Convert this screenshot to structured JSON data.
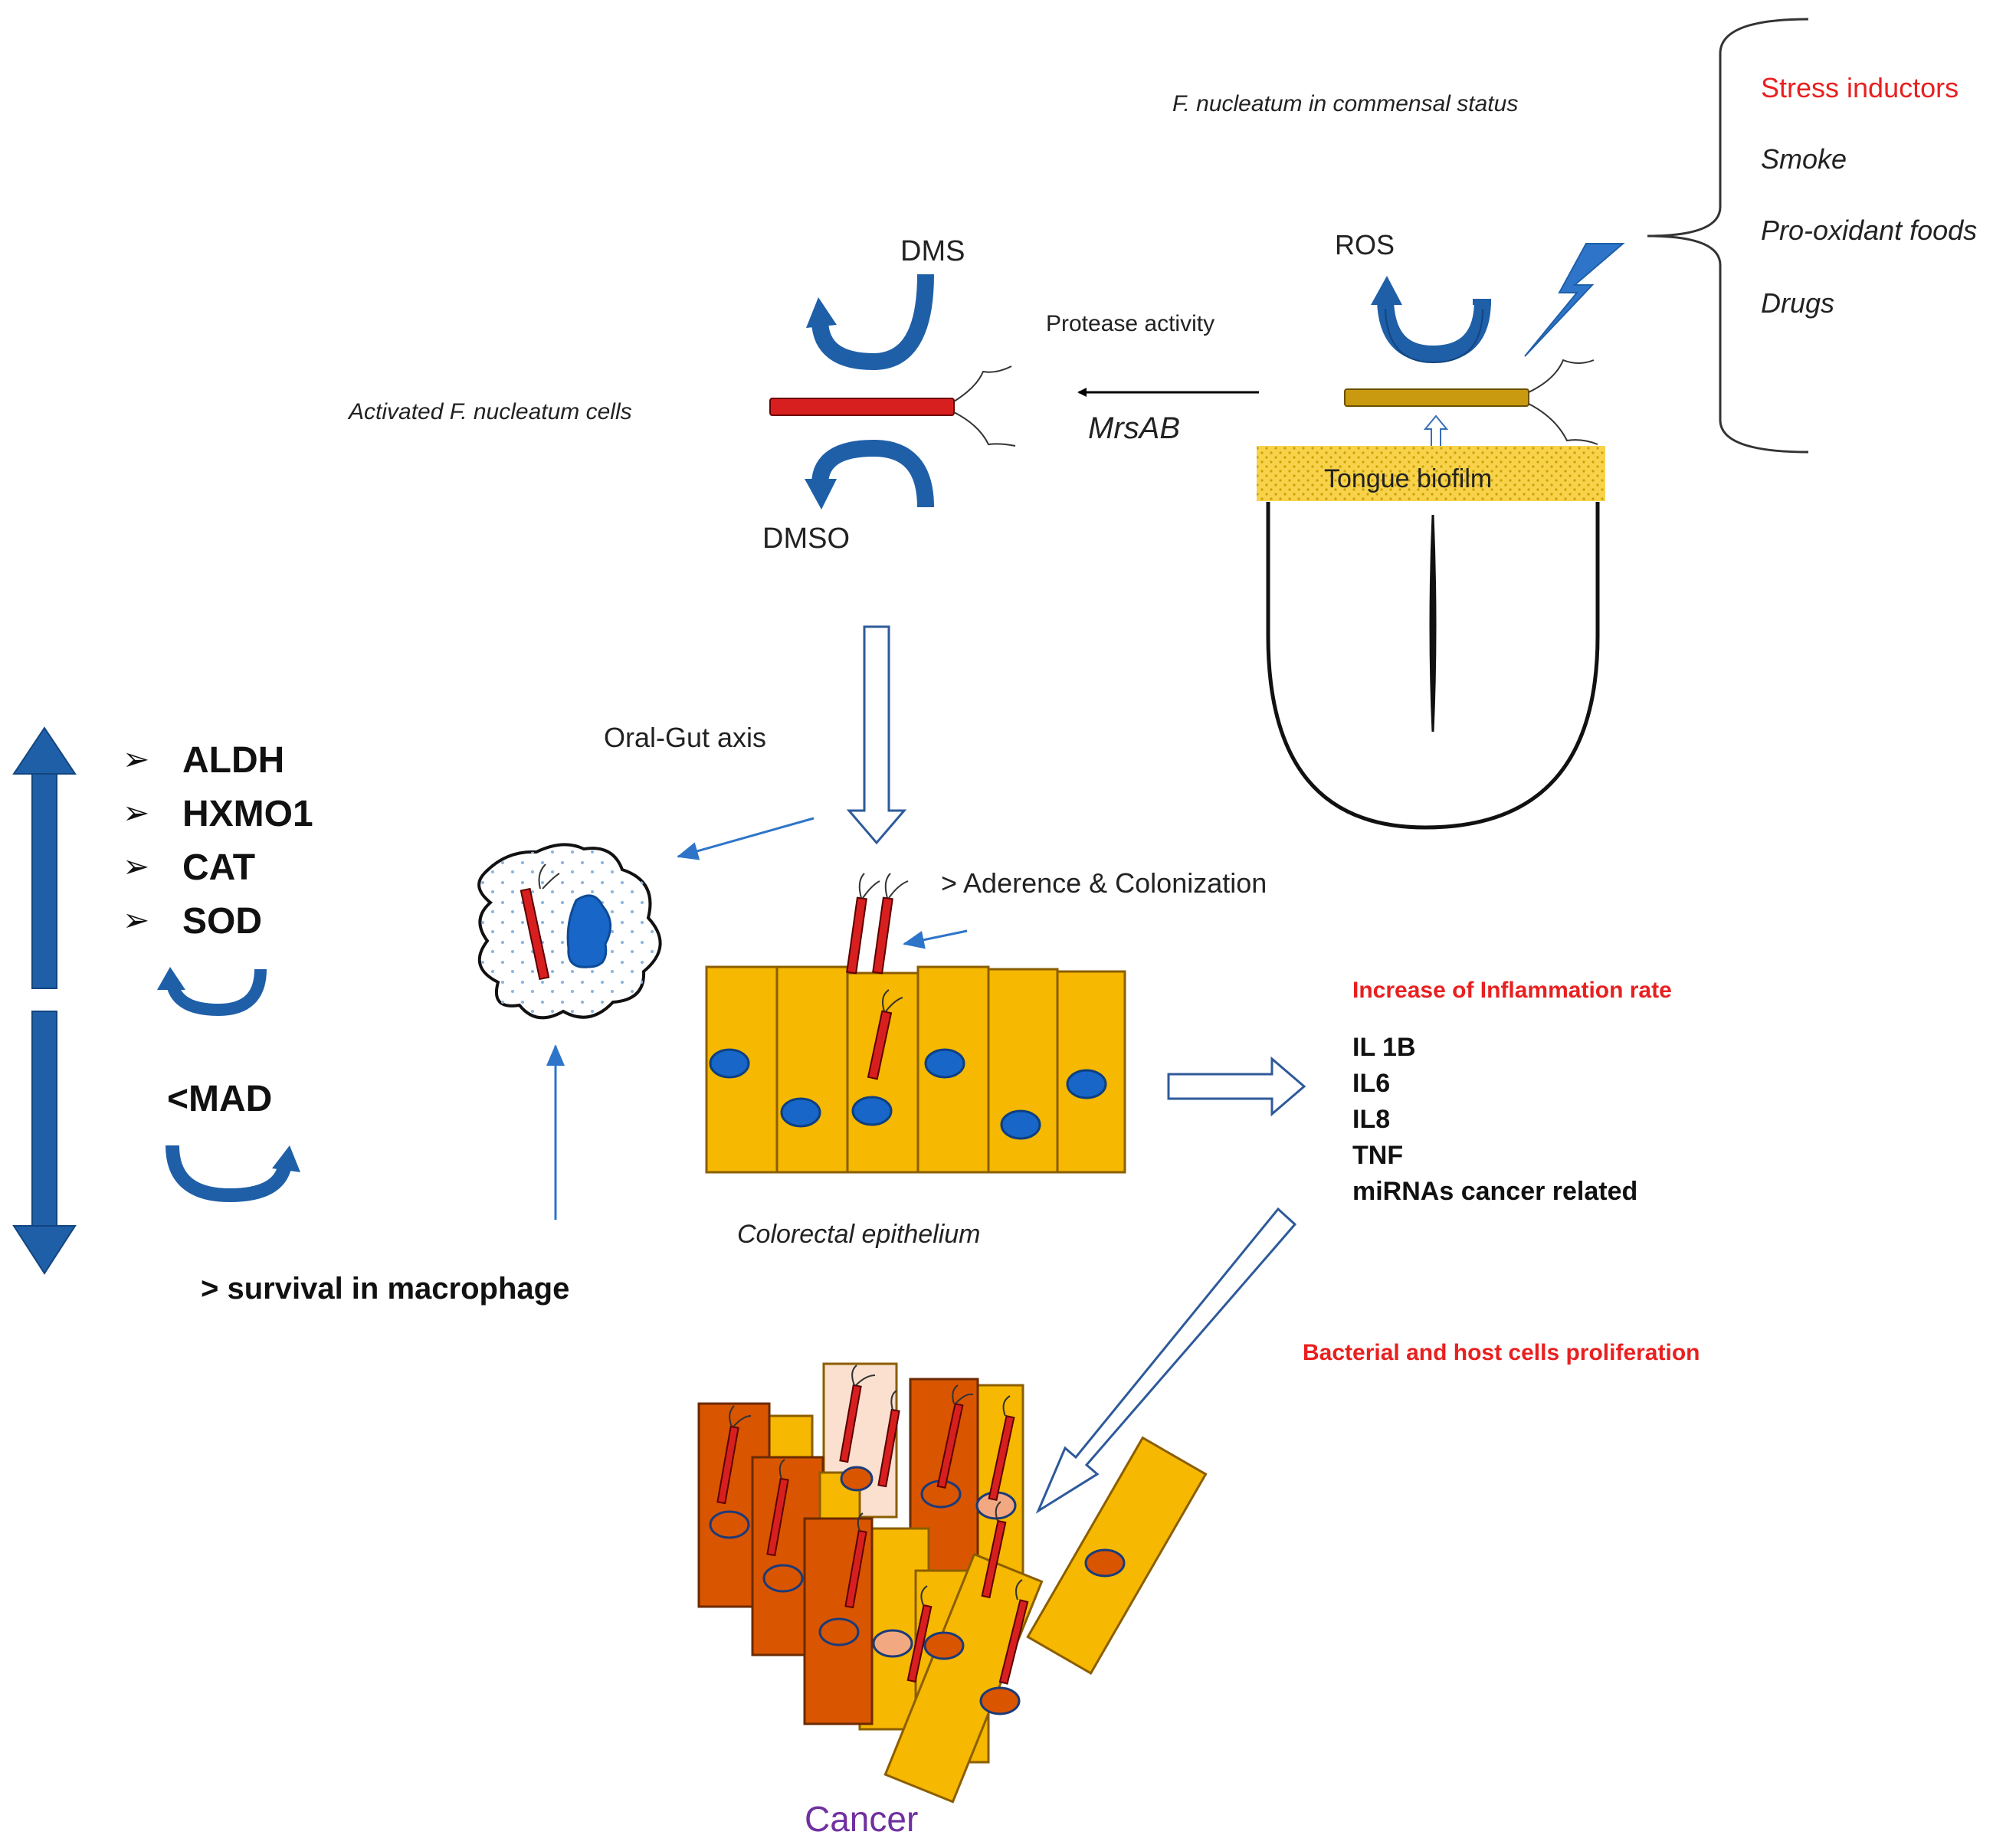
{
  "labels": {
    "commensal_status": "F. nucleatum in commensal status",
    "stress_inductors": "Stress inductors",
    "smoke": "Smoke",
    "pro_oxidant_foods": "Pro-oxidant foods",
    "drugs": "Drugs",
    "dms": "DMS",
    "ros": "ROS",
    "protease_activity": "Protease activity",
    "activated_cells": "Activated F. nucleatum cells",
    "mrsab": "MrsAB",
    "tongue_biofilm": "Tongue biofilm",
    "dmso": "DMSO",
    "oral_gut_axis": "Oral-Gut axis",
    "adherence": "> Aderence & Colonization",
    "colorectal_epithelium": "Colorectal epithelium",
    "increase_inflammation": "Increase of  Inflammation rate",
    "bacterial_proliferation": "Bacterial and host cells proliferation",
    "mad": "<MAD",
    "survival": "> survival in macrophage",
    "cancer": "Cancer"
  },
  "enzymes": [
    "ALDH",
    "HXMO1",
    "CAT",
    "SOD"
  ],
  "inflammation_markers": [
    "IL 1B",
    "IL6",
    "IL8",
    "TNF",
    "miRNAs cancer related"
  ],
  "colors": {
    "arrow_blue": "#1F5FA8",
    "thin_arrow_blue": "#2E75C9",
    "red_label": "#E82020",
    "cancer_purple": "#7030A0",
    "epithelium_yellow": "#F6B800",
    "cell_orange": "#D95500",
    "bacterium_red": "#D81F1F",
    "bacterium_gold": "#C99A10",
    "biofilm_yellow": "#F7D24A",
    "nucleus_blue": "#1766C8"
  }
}
